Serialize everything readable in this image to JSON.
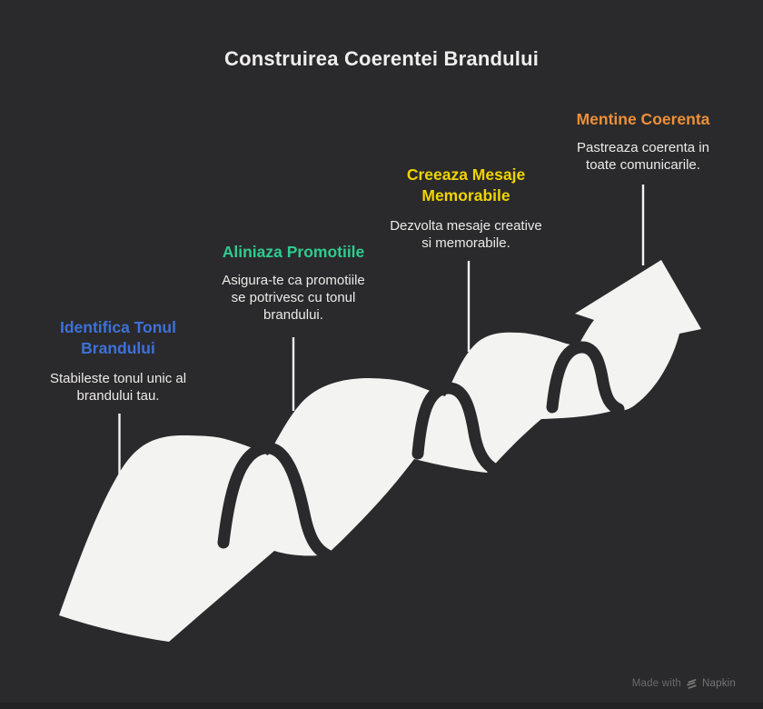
{
  "title": "Construirea Coerentei Brandului",
  "colors": {
    "background": "#2a2a2c",
    "ribbon": "#f3f3f2",
    "title_text": "#efeeed",
    "description_text": "#eceae8",
    "step1_accent": "#3d71d9",
    "step2_accent": "#2fcb8e",
    "step3_accent": "#f0d400",
    "step4_accent": "#ed9038",
    "watermark_text": "#6b6b6b"
  },
  "steps": [
    {
      "title": "Identifica Tonul Brandului",
      "description": "Stabileste tonul unic al brandului tau.",
      "color": "#3d71d9"
    },
    {
      "title": "Aliniaza Promotiile",
      "description": "Asigura-te ca promotiile se potrivesc cu tonul brandului.",
      "color": "#2fcb8e"
    },
    {
      "title": "Creeaza Mesaje Memorabile",
      "description": "Dezvolta mesaje creative si memorabile.",
      "color": "#f0d400"
    },
    {
      "title": "Mentine Coerenta",
      "description": "Pastreaza coerenta in toate comunicarile.",
      "color": "#ed9038"
    }
  ],
  "watermark": {
    "prefix": "Made with",
    "brand": "Napkin"
  }
}
